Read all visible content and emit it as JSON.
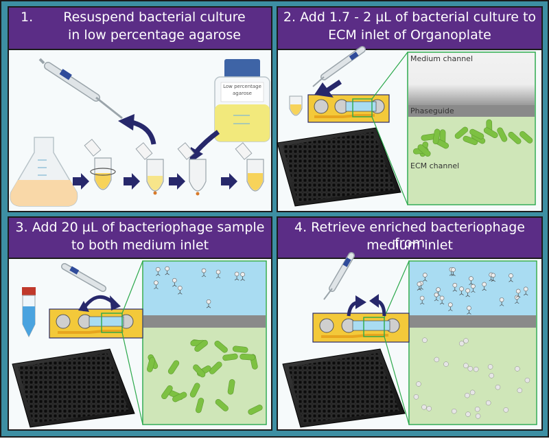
{
  "colors": {
    "frame": "#1b1b1b",
    "teal": "#3d8fa3",
    "title_bar": "#5b2d86",
    "panel_bg": "#f6fafb",
    "yellow": "#f3c93a",
    "medium_blue": "#a9dcf2",
    "ecm_green": "#cfe6b8",
    "bacteria": "#7dc142",
    "phaseguide": "#8a8a8a",
    "plate": "#1f1f1f",
    "arrow": "#27286b",
    "highlight": "#2aa84a"
  },
  "panels": [
    {
      "step_number": "1.",
      "title_line1": "Resuspend bacterial culture",
      "title_line2": "in low percentage agarose"
    },
    {
      "title_line1": "2. Add 1.7 - 2 µL of bacterial culture to",
      "title_line2": "ECM inlet of Organoplate"
    },
    {
      "title_line1": "3. Add 20 µL of bacteriophage sample",
      "title_line2": "to both medium inlet"
    },
    {
      "title_line1": "4. Retrieve enriched bacteriophage from",
      "title_line2": "medium inlet"
    }
  ],
  "bottle_label": {
    "line1": "Low percentage",
    "line2": "agarose"
  },
  "channel_labels": {
    "medium": "Medium channel",
    "phaseguide": "Phaseguide",
    "ecm": "ECM channel"
  },
  "icons": [
    "pipette-icon",
    "flask-icon",
    "tube-icon",
    "bottle-icon",
    "falcon-tube-icon",
    "well-plate-icon",
    "chip-icon",
    "arrow-icon",
    "bacteria-icon",
    "phage-icon"
  ]
}
